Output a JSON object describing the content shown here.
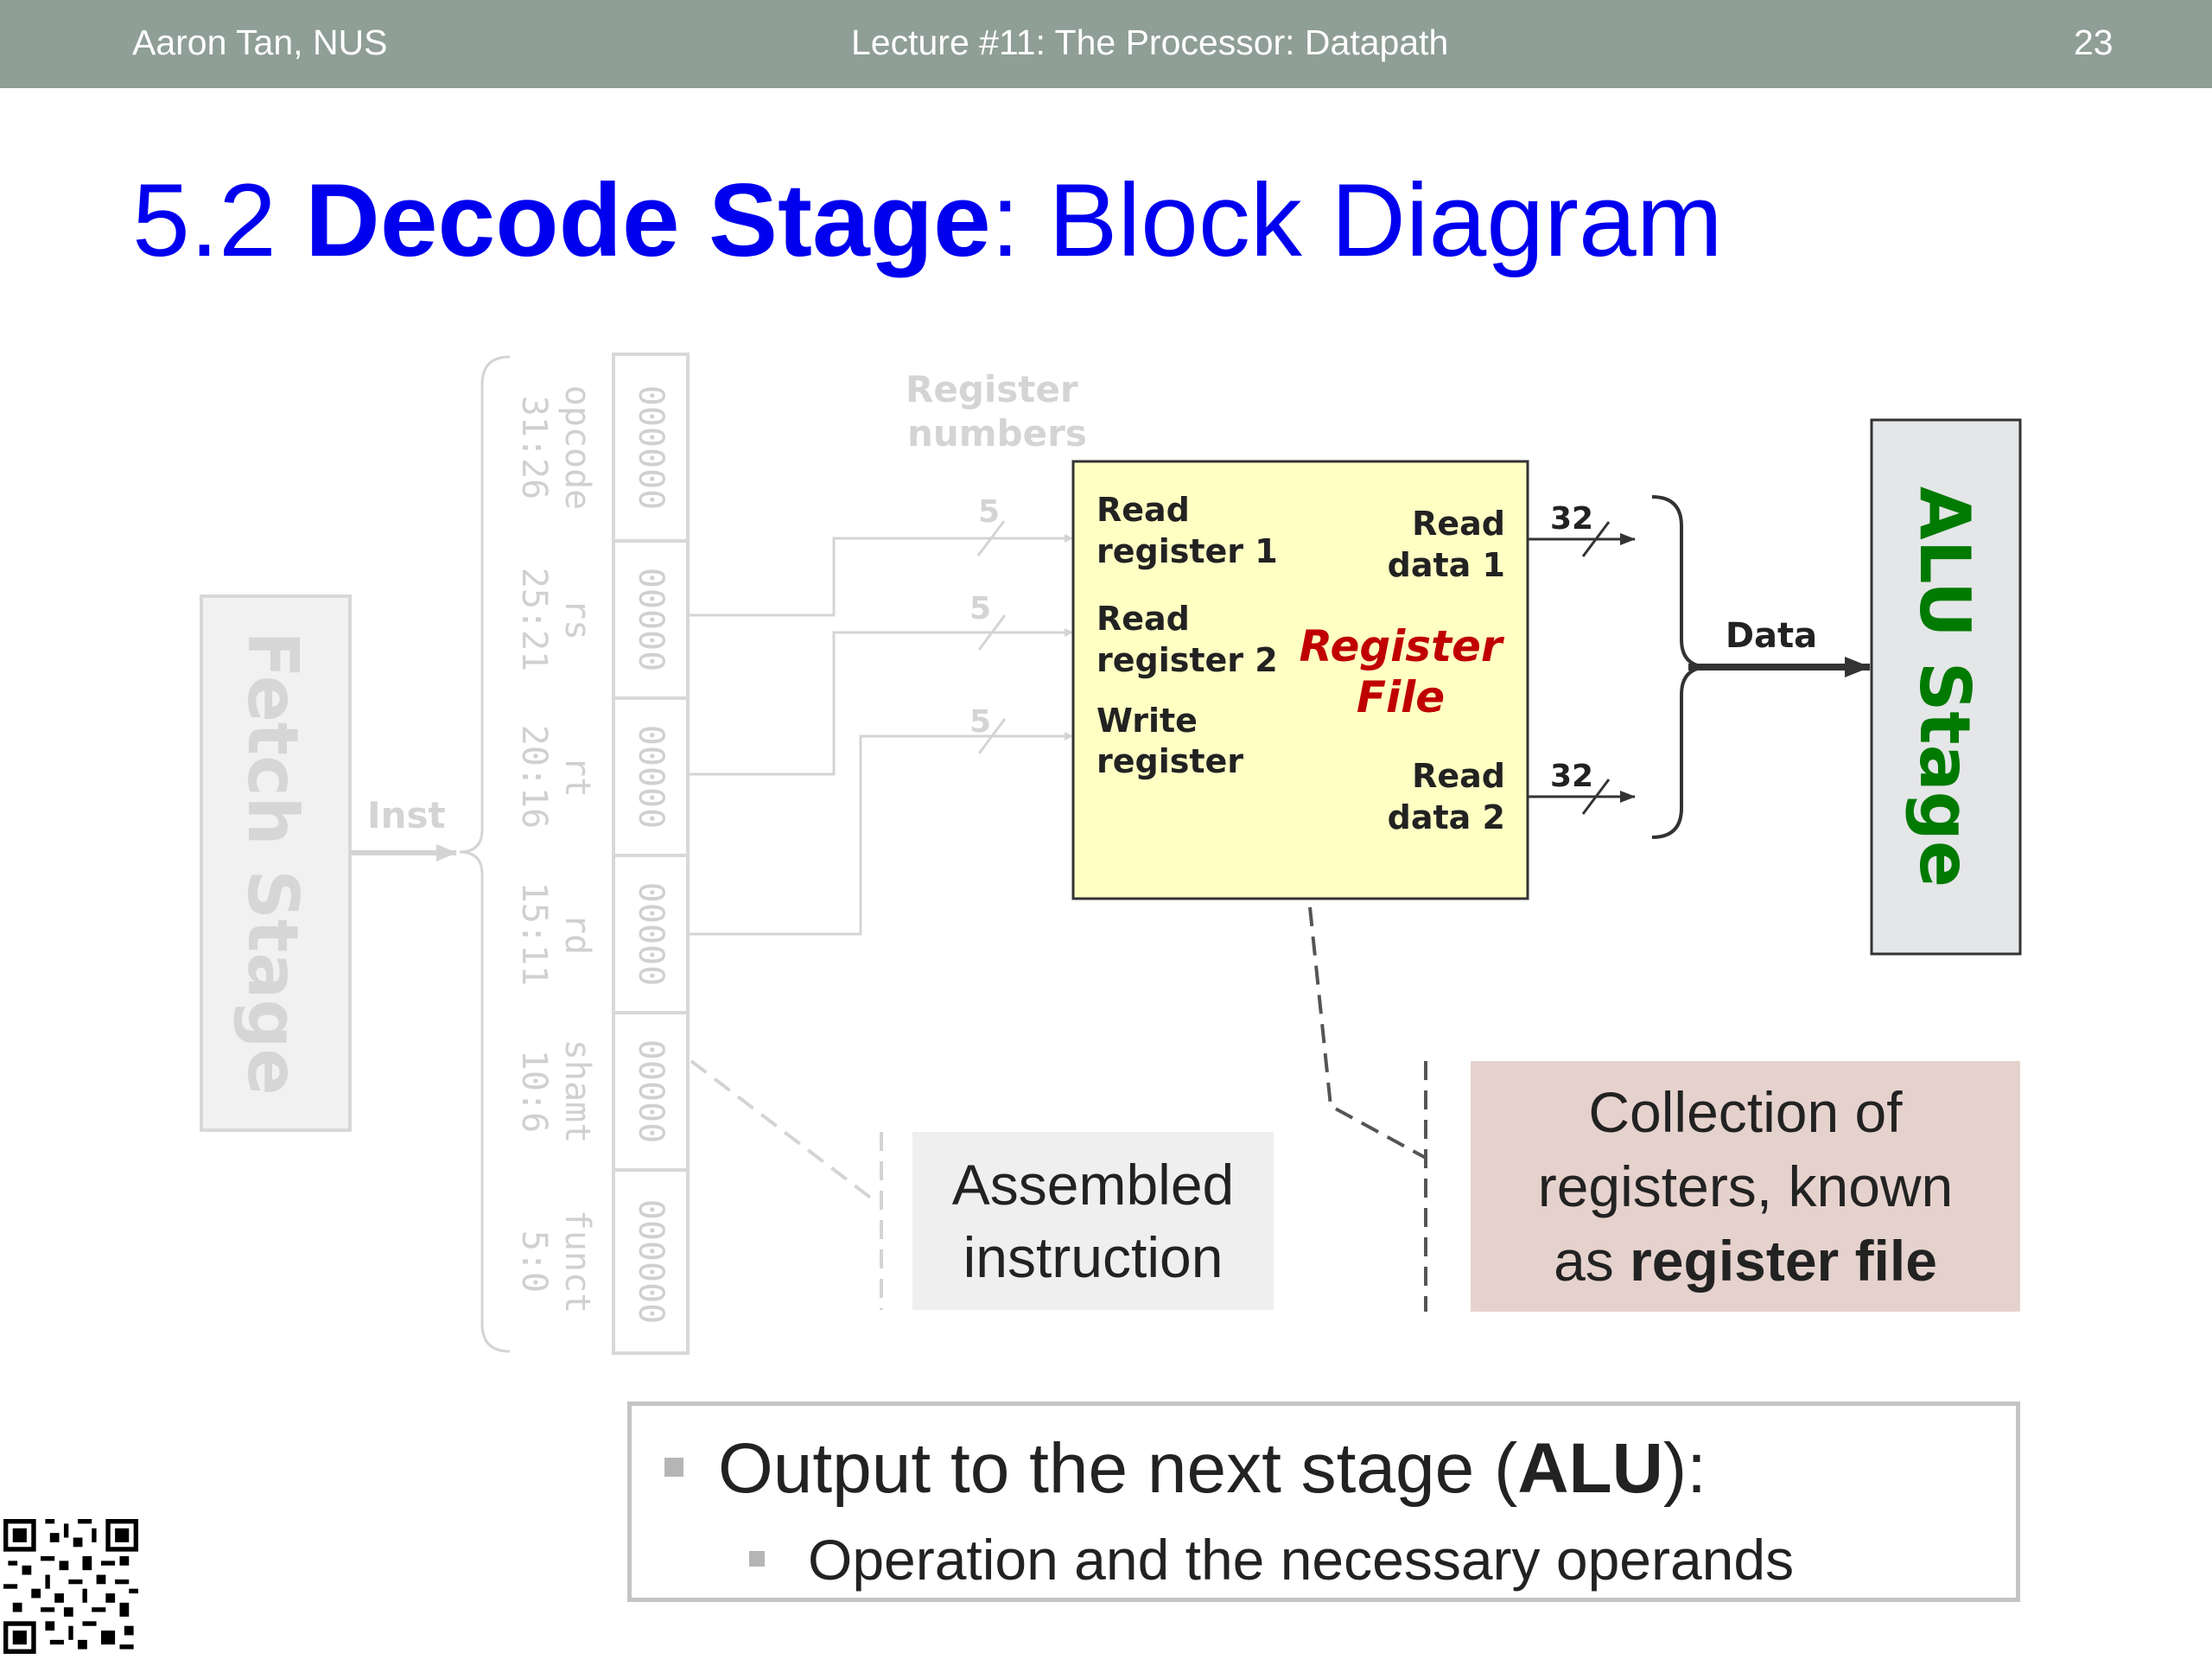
{
  "header": {
    "author": "Aaron Tan, NUS",
    "lecture": "Lecture #11: The Processor: Datapath",
    "page": "23"
  },
  "title": {
    "number": "5.2 ",
    "bold": "Decode Stage",
    "rest": ": Block Diagram"
  },
  "diagram": {
    "fetch_stage": "Fetch Stage",
    "inst_label": "Inst",
    "register_numbers_line1": "Register",
    "register_numbers_line2": "numbers",
    "fields": [
      {
        "bits": "000000",
        "name": "opcode",
        "range": "31:26"
      },
      {
        "bits": "00000",
        "name": "rs",
        "range": "25:21"
      },
      {
        "bits": "00000",
        "name": "rt",
        "range": "20:16"
      },
      {
        "bits": "00000",
        "name": "rd",
        "range": "15:11"
      },
      {
        "bits": "00000",
        "name": "shamt",
        "range": "10:6"
      },
      {
        "bits": "000000",
        "name": "funct",
        "range": "5:0"
      }
    ],
    "bus_width_5": "5",
    "bus_width_32": "32",
    "register_file": {
      "read_reg1_a": "Read",
      "read_reg1_b": "register 1",
      "read_reg2_a": "Read",
      "read_reg2_b": "register 2",
      "write_reg_a": "Write",
      "write_reg_b": "register",
      "read_data1_a": "Read",
      "read_data1_b": "data 1",
      "read_data2_a": "Read",
      "read_data2_b": "data 2",
      "name_line1": "Register",
      "name_line2": "File"
    },
    "data_label": "Data",
    "alu_stage": "ALU Stage"
  },
  "notes": {
    "assembled_line1": "Assembled",
    "assembled_line2": "instruction",
    "regfile_line1": "Collection of",
    "regfile_line2": "registers, known",
    "regfile_line3_prefix": "as ",
    "regfile_line3_bold": "register file"
  },
  "bullets": {
    "b1_prefix": "Output to the next stage (",
    "b1_bold": "ALU",
    "b1_suffix": "):",
    "b2": "Operation and the necessary operands"
  },
  "colors": {
    "header_bg": "#8f9e96",
    "title": "#0000ee",
    "register_file_fill": "#ffffc4",
    "register_file_name": "#c00000",
    "alu_text": "#007a00",
    "alu_fill": "#e4e6e8",
    "faded": "#d4d4d4"
  }
}
